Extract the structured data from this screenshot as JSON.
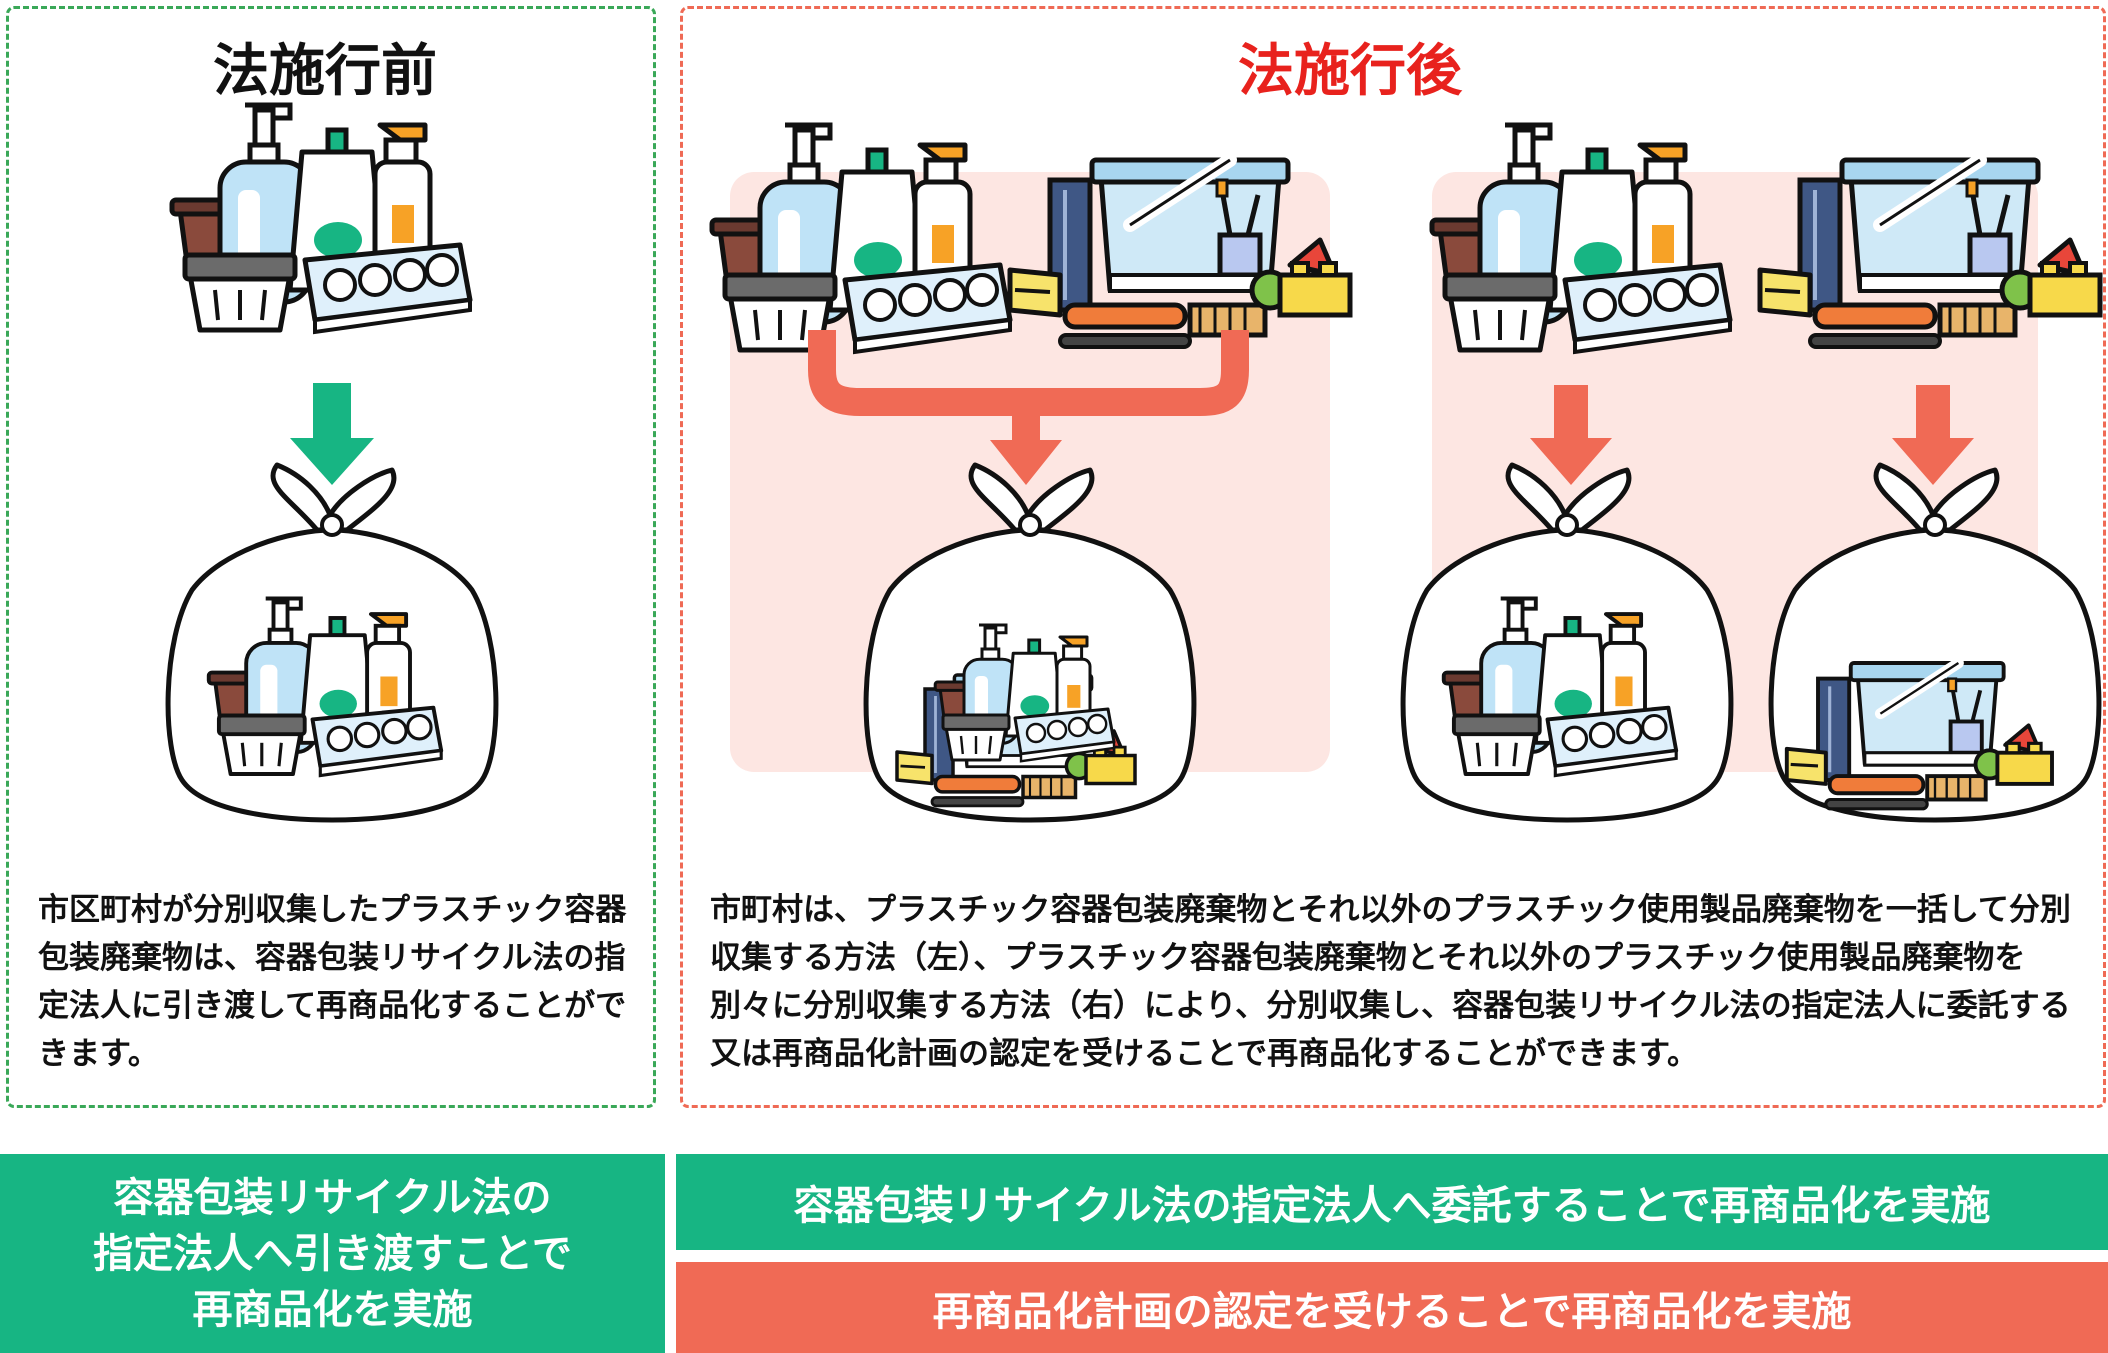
{
  "headings": {
    "before": "法施行前",
    "after": "法施行後"
  },
  "descriptions": {
    "before": "市区町村が分別収集したプラスチック容器包装廃棄物は、容器包装リサイクル法の指定法人に引き渡して再商品化することができます。",
    "after": "市町村は、プラスチック容器包装廃棄物とそれ以外のプラスチック使用製品廃棄物を一括して分別収集する方法（左）、プラスチック容器包装廃棄物とそれ以外のプラスチック使用製品廃棄物を別々に分別収集する方法（右）により、分別収集し、容器包装リサイクル法の指定法人に委託する又は再商品化計画の認定を受けることで再商品化することができます。"
  },
  "banners": {
    "before_line1": "容器包装リサイクル法の",
    "before_line2": "指定法人へ引き渡すことで",
    "before_line3": "再商品化を実施",
    "after_consign": "容器包装リサイクル法の指定法人へ委託することで再商品化を実施",
    "after_certify": "再商品化計画の認定を受けることで再商品化を実施"
  },
  "colors": {
    "before_border": "#3aa858",
    "after_border": "#ef6a55",
    "after_heading": "#e8221d",
    "green_banner": "#17b583",
    "orange_banner": "#f06a55",
    "arrow_green": "#17b583",
    "arrow_orange": "#f06a55",
    "tint": "#fde6e2"
  },
  "icons": {
    "container_group": "plastic-container-packaging-icon",
    "product_group": "plastic-products-icon",
    "bag": "garbage-bag-icon"
  }
}
